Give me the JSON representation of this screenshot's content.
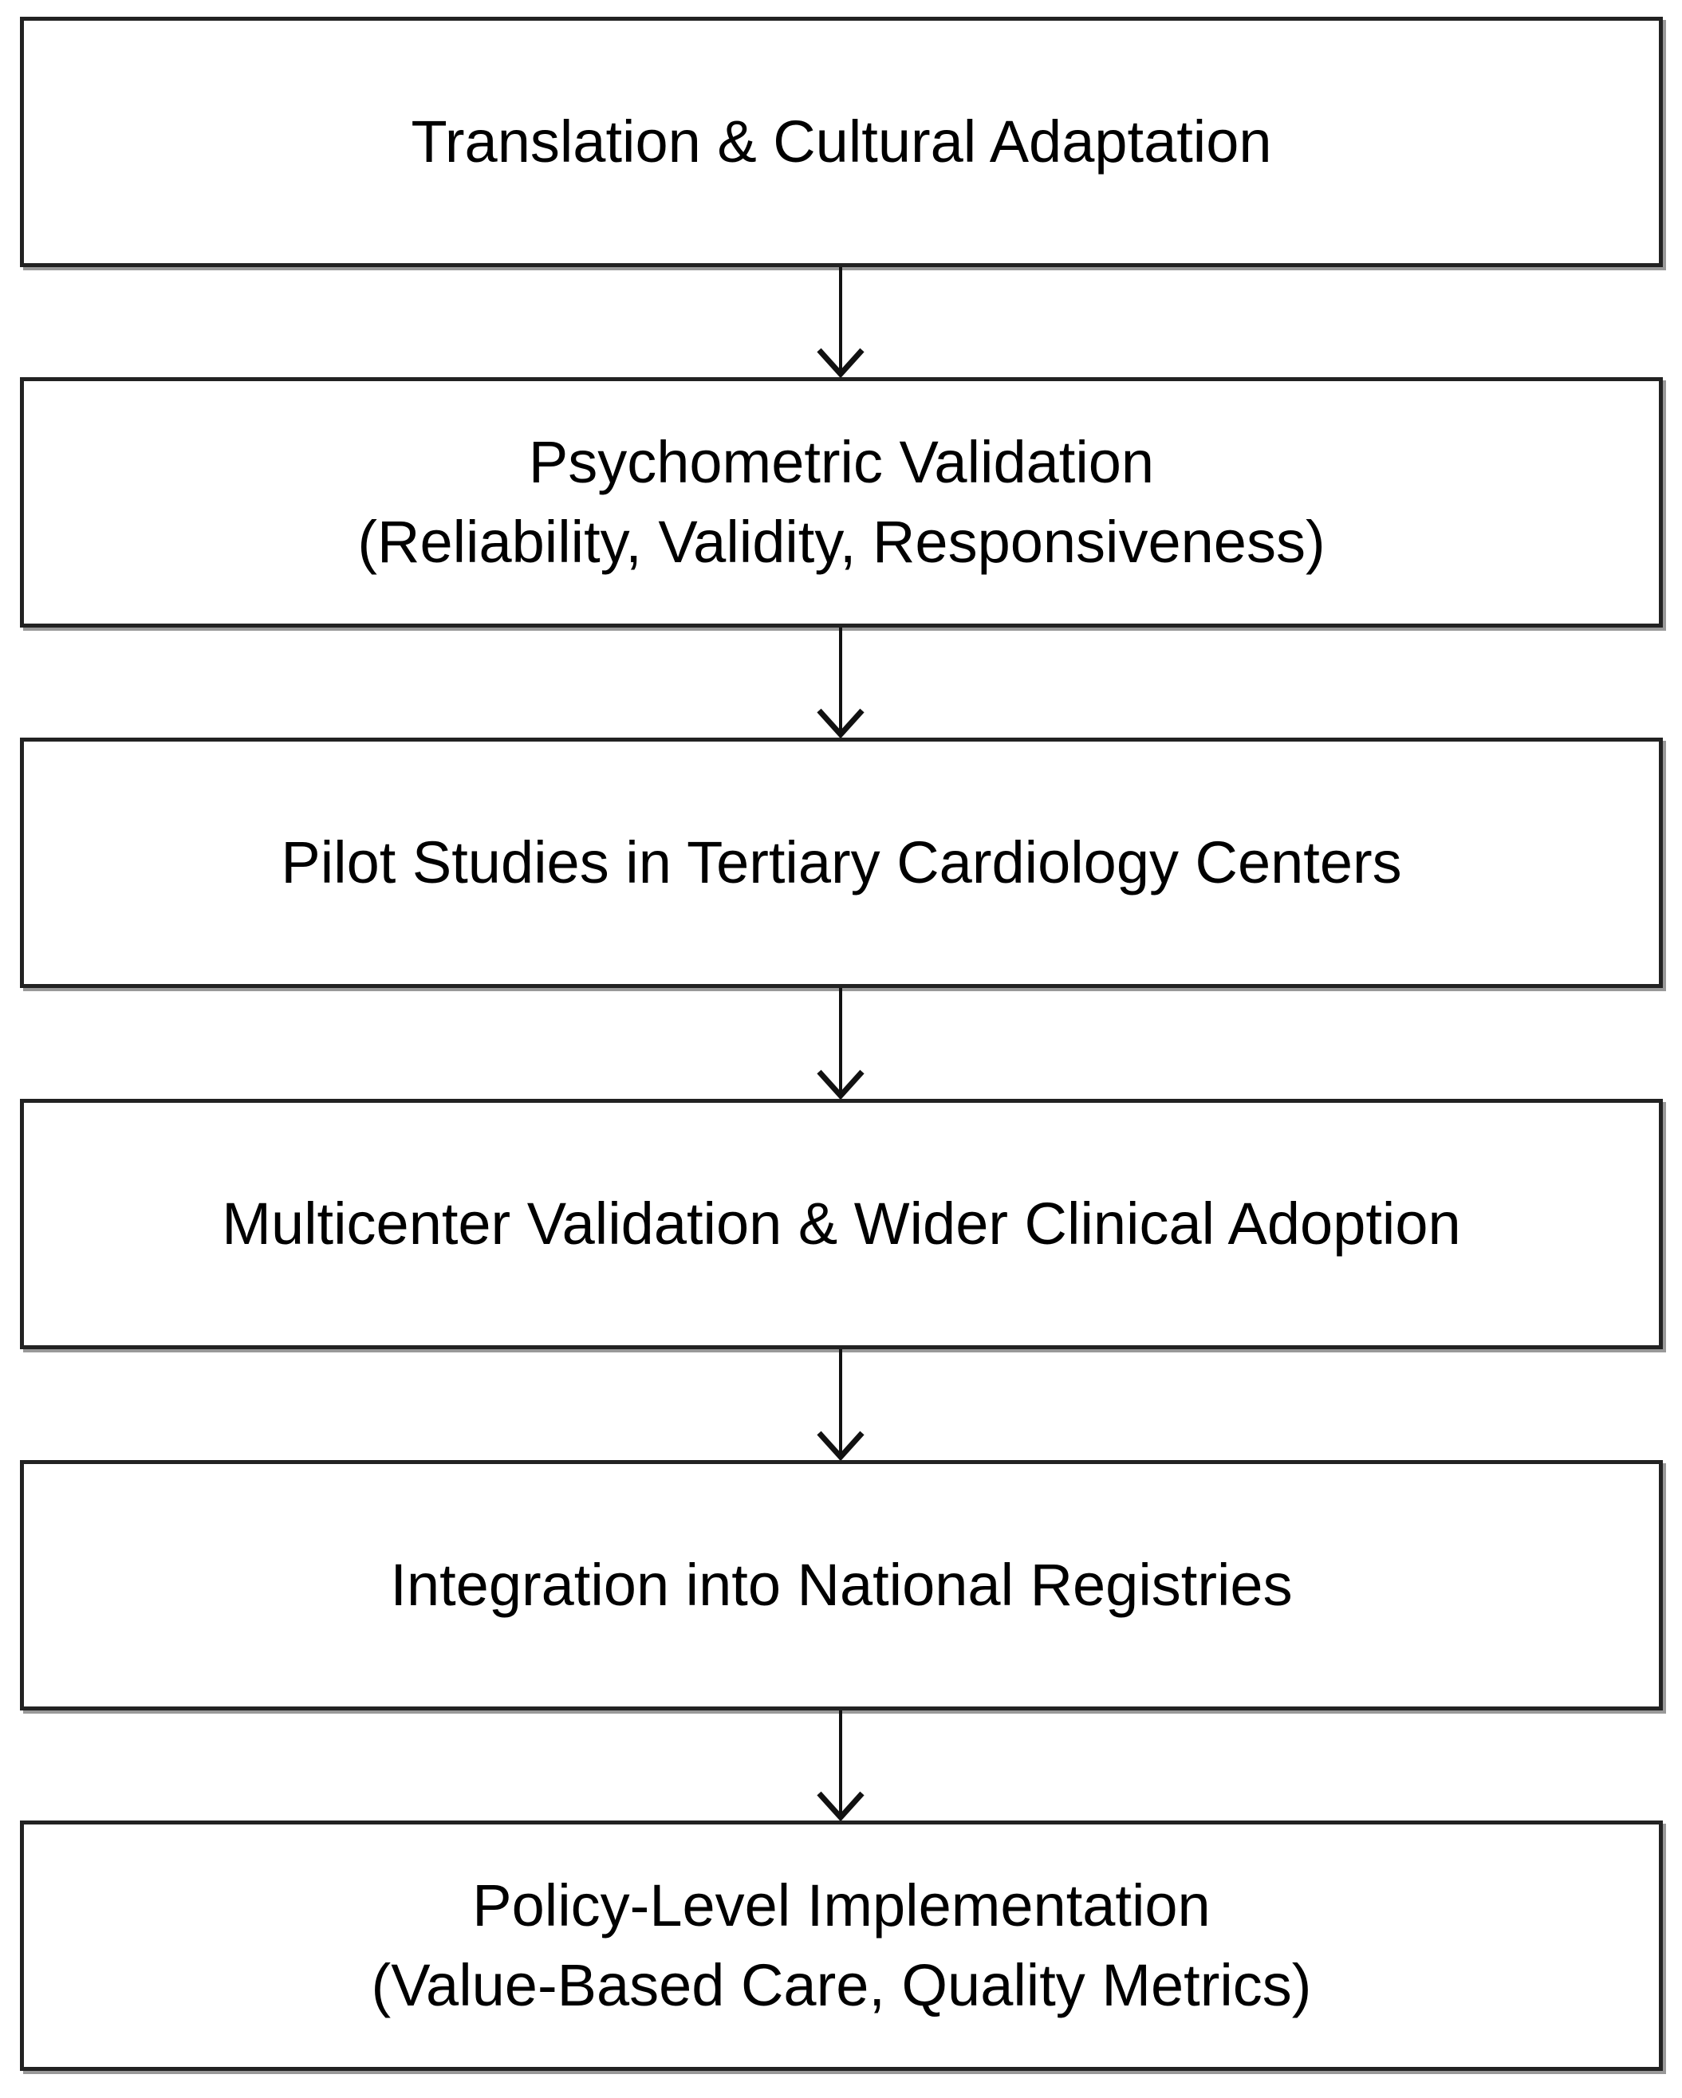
{
  "figure": {
    "type": "flowchart",
    "direction": "top-down",
    "background_color": "#ffffff",
    "box_border_color": "#222222",
    "text_color": "#000000",
    "connector_icon": "down-arrow-icon",
    "steps": [
      {
        "label": "Translation & Cultural Adaptation"
      },
      {
        "label": "Psychometric Validation\n(Reliability, Validity, Responsiveness)"
      },
      {
        "label": "Pilot Studies in Tertiary Cardiology Centers"
      },
      {
        "label": "Multicenter Validation & Wider Clinical Adoption"
      },
      {
        "label": "Integration into National Registries"
      },
      {
        "label": "Policy-Level Implementation\n(Value-Based Care, Quality Metrics)"
      }
    ]
  }
}
